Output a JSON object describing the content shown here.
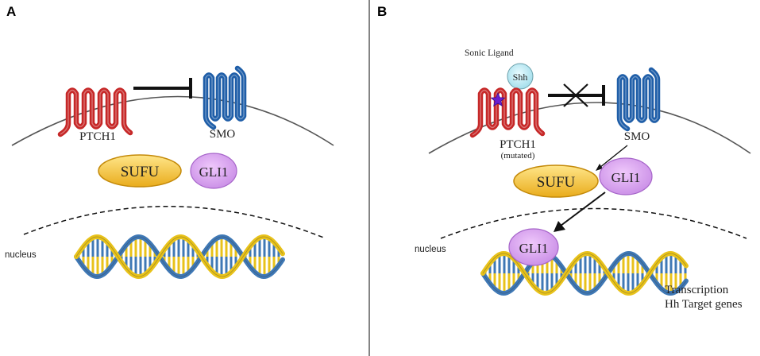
{
  "panels": [
    {
      "letter": "A",
      "ptch1_label": "PTCH1",
      "smo_label": "SMO",
      "sufu_label": "SUFU",
      "gli1_label": "GLI1",
      "nucleus_label": "nucleus"
    },
    {
      "letter": "B",
      "ligand_caption": "Sonic Ligand",
      "shh_label": "Shh",
      "ptch1_label": "PTCH1",
      "ptch1_sublabel": "(mutated)",
      "smo_label": "SMO",
      "sufu_label": "SUFU",
      "gli1_label": "GLI1",
      "gli1_nuclear_label": "GLI1",
      "nucleus_label": "nucleus",
      "transcription_line1": "Transcription",
      "transcription_line2": "Hh Target genes"
    }
  ],
  "colors": {
    "ptch1": "#c62828",
    "smo": "#1f5ea8",
    "sufu_fill": "#f7c948",
    "gli1_fill": "#d9a3ee",
    "shh_fill": "#c6eef6",
    "dna_blue": "#3f78b5",
    "dna_yellow": "#e8c21a",
    "mutation_star": "#6a1fd0"
  }
}
